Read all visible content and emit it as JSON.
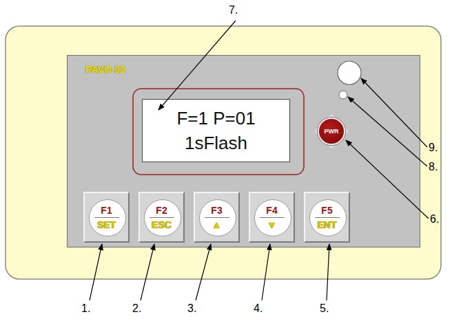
{
  "diagram": {
    "nodes": [
      {
        "text": [
          "PAVO-32"
        ]
      },
      {
        "text": [
          "F=1 P=01",
          "1sFlash"
        ],
        "in": 0
      },
      {
        "text": [
          "F1",
          "SET"
        ],
        "in": 0
      },
      {
        "text": [
          "F2",
          "ESC"
        ],
        "in": 0
      },
      {
        "text": [
          "F3",
          "▲"
        ],
        "in": 0
      },
      {
        "text": [
          "F4",
          "▼"
        ],
        "in": 0
      },
      {
        "text": [
          "F5",
          "ENT"
        ],
        "in": 0
      },
      {
        "text": [
          "PWR"
        ],
        "in": 0
      }
    ],
    "labels": [
      "7.",
      "9.",
      "8.",
      "6.",
      "1.",
      "2.",
      "3.",
      "4.",
      "5."
    ]
  }
}
